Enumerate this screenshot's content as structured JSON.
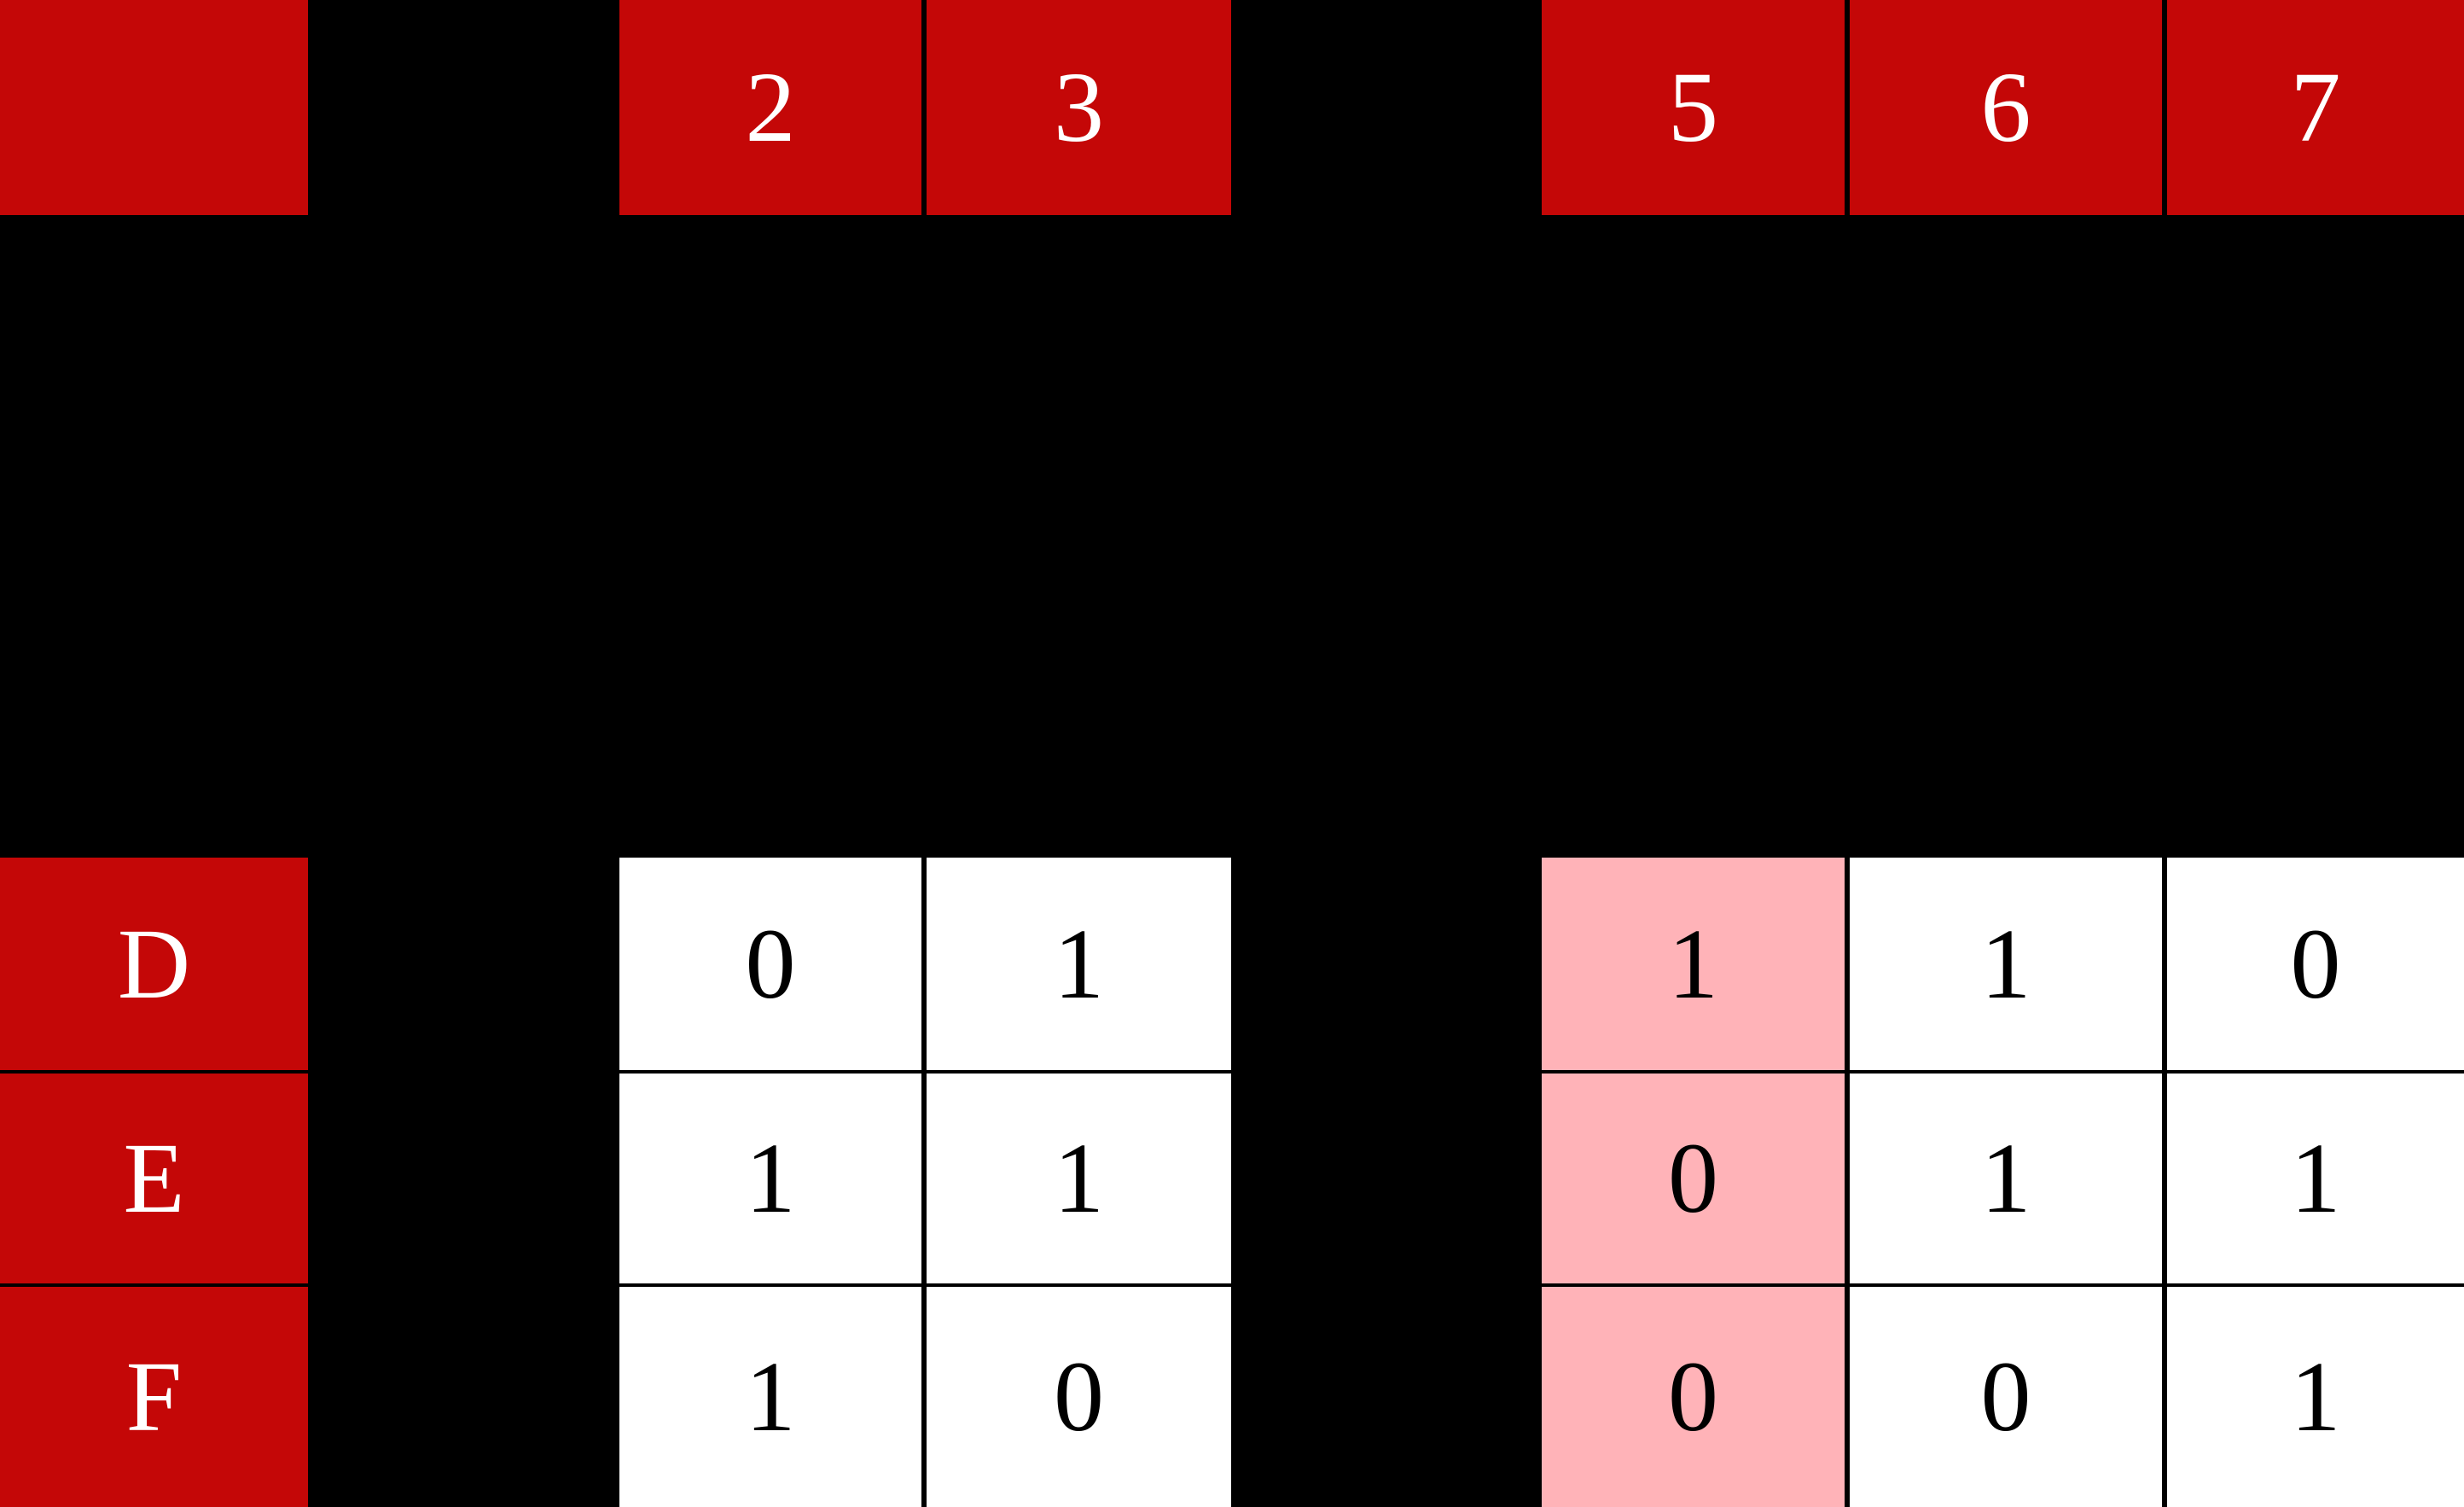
{
  "matrix": {
    "title": "binary-matrix-fragment",
    "colors": {
      "header_red": "#c40707",
      "label_red": "#c40707",
      "highlight_pink": "#ffb3b8",
      "cell_white": "#ffffff",
      "background_black": "#000000",
      "header_text": "#ffffff",
      "cell_text": "#000000"
    },
    "corner_header": "",
    "column_headers": [
      {
        "label": "2",
        "group": "left"
      },
      {
        "label": "3",
        "group": "left"
      },
      {
        "label": "5",
        "group": "right",
        "highlighted": true
      },
      {
        "label": "6",
        "group": "right"
      },
      {
        "label": "7",
        "group": "right"
      }
    ],
    "row_labels": [
      "D",
      "E",
      "F"
    ],
    "rows": [
      {
        "label": "D",
        "cells": [
          {
            "value": "0",
            "highlighted": false
          },
          {
            "value": "1",
            "highlighted": false
          },
          {
            "value": "1",
            "highlighted": true
          },
          {
            "value": "1",
            "highlighted": false
          },
          {
            "value": "0",
            "highlighted": false
          }
        ]
      },
      {
        "label": "E",
        "cells": [
          {
            "value": "1",
            "highlighted": false
          },
          {
            "value": "1",
            "highlighted": false
          },
          {
            "value": "0",
            "highlighted": true
          },
          {
            "value": "1",
            "highlighted": false
          },
          {
            "value": "1",
            "highlighted": false
          }
        ]
      },
      {
        "label": "F",
        "cells": [
          {
            "value": "1",
            "highlighted": false
          },
          {
            "value": "0",
            "highlighted": false
          },
          {
            "value": "0",
            "highlighted": true
          },
          {
            "value": "0",
            "highlighted": false
          },
          {
            "value": "1",
            "highlighted": false
          }
        ]
      }
    ],
    "highlighted_column": "5"
  }
}
